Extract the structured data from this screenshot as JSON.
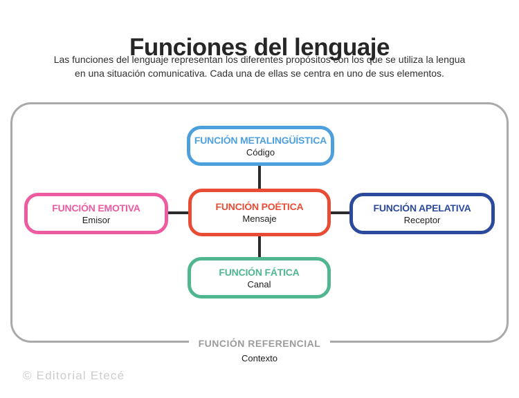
{
  "page": {
    "title": "Funciones del lenguaje",
    "subtitle_line1": "Las funciones del lenguaje representan los diferentes propósitos con los que se utiliza la lengua",
    "subtitle_line2": "en una situación comunicativa. Cada una de ellas se centra en uno de sus elementos.",
    "watermark": "© Editorial Etecé"
  },
  "diagram": {
    "nodes": [
      {
        "id": "metalinguistica",
        "title": "FUNCIÓN METALINGÜÍSTICA",
        "subtitle": "Código",
        "color": "#4DA0DC"
      },
      {
        "id": "emotiva",
        "title": "FUNCIÓN EMOTIVA",
        "subtitle": "Emisor",
        "color": "#EE5BA1"
      },
      {
        "id": "poetica",
        "title": "FUNCIÓN POÉTICA",
        "subtitle": "Mensaje",
        "color": "#E84C35"
      },
      {
        "id": "apelativa",
        "title": "FUNCIÓN APELATIVA",
        "subtitle": "Receptor",
        "color": "#2B4A9D"
      },
      {
        "id": "fatica",
        "title": "FUNCIÓN FÁTICA",
        "subtitle": "Canal",
        "color": "#50B690"
      }
    ],
    "frame": {
      "label": "FUNCIÓN REFERENCIAL",
      "sublabel": "Contexto",
      "border_color": "#A9A9A9",
      "label_color": "#9B9B9B"
    },
    "connector_color": "#2B2B2B"
  }
}
